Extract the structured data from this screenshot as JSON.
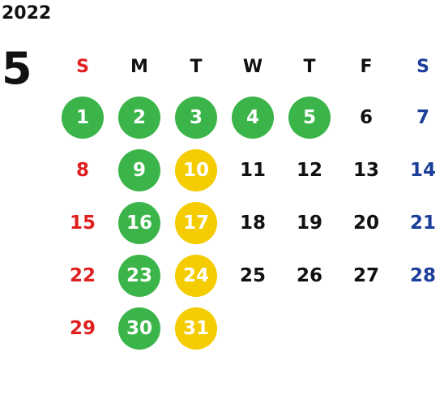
{
  "year": "2022",
  "month": "5",
  "colors": {
    "sunday": "#e02020",
    "saturday": "#1a3e9a",
    "weekday": "#111111",
    "green": "#3bb54a",
    "yellow": "#f4cc00"
  },
  "weekdays": [
    {
      "label": "S",
      "kind": "sunday"
    },
    {
      "label": "M",
      "kind": "weekday"
    },
    {
      "label": "T",
      "kind": "weekday"
    },
    {
      "label": "W",
      "kind": "weekday"
    },
    {
      "label": "T",
      "kind": "weekday"
    },
    {
      "label": "F",
      "kind": "weekday"
    },
    {
      "label": "S",
      "kind": "saturday"
    }
  ],
  "weeks": [
    [
      {
        "day": "1",
        "kind": "sunday",
        "mark": "green"
      },
      {
        "day": "2",
        "kind": "weekday",
        "mark": "green"
      },
      {
        "day": "3",
        "kind": "weekday",
        "mark": "green"
      },
      {
        "day": "4",
        "kind": "weekday",
        "mark": "green"
      },
      {
        "day": "5",
        "kind": "weekday",
        "mark": "green"
      },
      {
        "day": "6",
        "kind": "weekday",
        "mark": null
      },
      {
        "day": "7",
        "kind": "saturday",
        "mark": null
      }
    ],
    [
      {
        "day": "8",
        "kind": "sunday",
        "mark": null
      },
      {
        "day": "9",
        "kind": "weekday",
        "mark": "green"
      },
      {
        "day": "10",
        "kind": "weekday",
        "mark": "yellow"
      },
      {
        "day": "11",
        "kind": "weekday",
        "mark": null
      },
      {
        "day": "12",
        "kind": "weekday",
        "mark": null
      },
      {
        "day": "13",
        "kind": "weekday",
        "mark": null
      },
      {
        "day": "14",
        "kind": "saturday",
        "mark": null
      }
    ],
    [
      {
        "day": "15",
        "kind": "sunday",
        "mark": null
      },
      {
        "day": "16",
        "kind": "weekday",
        "mark": "green"
      },
      {
        "day": "17",
        "kind": "weekday",
        "mark": "yellow"
      },
      {
        "day": "18",
        "kind": "weekday",
        "mark": null
      },
      {
        "day": "19",
        "kind": "weekday",
        "mark": null
      },
      {
        "day": "20",
        "kind": "weekday",
        "mark": null
      },
      {
        "day": "21",
        "kind": "saturday",
        "mark": null
      }
    ],
    [
      {
        "day": "22",
        "kind": "sunday",
        "mark": null
      },
      {
        "day": "23",
        "kind": "weekday",
        "mark": "green"
      },
      {
        "day": "24",
        "kind": "weekday",
        "mark": "yellow"
      },
      {
        "day": "25",
        "kind": "weekday",
        "mark": null
      },
      {
        "day": "26",
        "kind": "weekday",
        "mark": null
      },
      {
        "day": "27",
        "kind": "weekday",
        "mark": null
      },
      {
        "day": "28",
        "kind": "saturday",
        "mark": null
      }
    ],
    [
      {
        "day": "29",
        "kind": "sunday",
        "mark": null
      },
      {
        "day": "30",
        "kind": "weekday",
        "mark": "green"
      },
      {
        "day": "31",
        "kind": "weekday",
        "mark": "yellow"
      },
      {
        "day": "",
        "kind": "weekday",
        "mark": null
      },
      {
        "day": "",
        "kind": "weekday",
        "mark": null
      },
      {
        "day": "",
        "kind": "weekday",
        "mark": null
      },
      {
        "day": "",
        "kind": "saturday",
        "mark": null
      }
    ]
  ]
}
